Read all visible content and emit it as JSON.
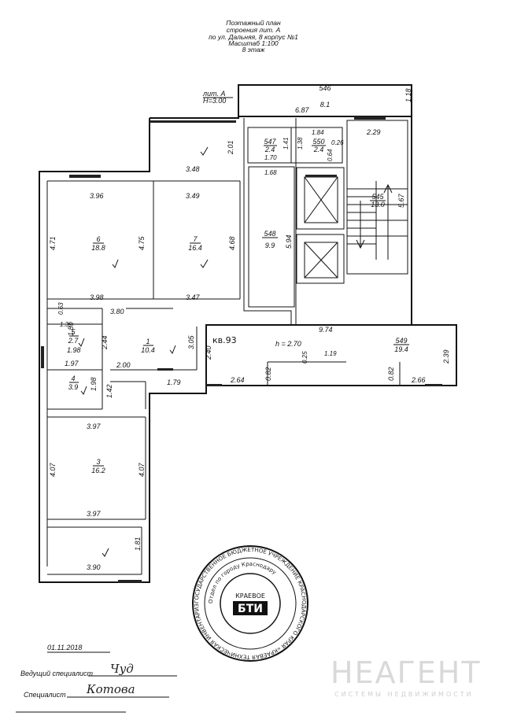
{
  "header": {
    "line1": "Поэтажный план",
    "line2": "строения лит. А",
    "line3": "по ул. Дальняя, 8 корпус №1",
    "line4": "Масштаб 1:100",
    "line5": "8 этаж"
  },
  "building": {
    "lit": "лит. А",
    "height": "Н=3.00"
  },
  "rooms": {
    "r546": {
      "num": "546",
      "area": "8.1"
    },
    "r547": {
      "num": "547",
      "area": "2.4"
    },
    "r550": {
      "num": "550",
      "area": "2.4"
    },
    "r545": {
      "num": "545",
      "area": "13.0"
    },
    "r548": {
      "num": "548",
      "area": "9.9"
    },
    "r549": {
      "num": "549",
      "area": "19.4"
    },
    "r6": {
      "num": "6",
      "area": "18.8"
    },
    "r7": {
      "num": "7",
      "area": "16.4"
    },
    "r1": {
      "num": "1",
      "area": "10.4"
    },
    "r5": {
      "num": "5",
      "area": "2.7"
    },
    "r4": {
      "num": "4",
      "area": "3.9"
    },
    "r3": {
      "num": "3",
      "area": "16.2"
    }
  },
  "apartment": {
    "label": "кв.93",
    "height": "h = 2.70"
  },
  "dims": {
    "d687": "6.87",
    "d118": "1.18",
    "d229": "2.29",
    "d184": "1.84",
    "d026": "0.26",
    "d064": "0.64",
    "d141": "1.41",
    "d138": "1.38",
    "d170": "1.70",
    "d168": "1.68",
    "d567": "5.67",
    "d594": "5.94",
    "d201": "2.01",
    "d348": "3.48",
    "d396": "3.96",
    "d349": "3.49",
    "d471": "4.71",
    "d475": "4.75",
    "d468": "4.68",
    "d398": "3.98",
    "d380": "3.80",
    "d347": "3.47",
    "d974": "9.74",
    "d239": "2.39",
    "d240": "2.40",
    "d305": "3.05",
    "d063": "0.63",
    "d139": "1.39",
    "d181a": "1.81",
    "d244": "2.44",
    "d198a": "1.98",
    "d197": "1.97",
    "d200": "2.00",
    "d198b": "1.98",
    "d179": "1.79",
    "d142": "1.42",
    "d264": "2.64",
    "d082a": "0.82",
    "d025": "0.25",
    "d119": "1.19",
    "d082b": "0.82",
    "d266": "2.66",
    "d397a": "3.97",
    "d407a": "4.07",
    "d407b": "4.07",
    "d397b": "3.97",
    "d181b": "1.81",
    "d390": "3.90"
  },
  "footer": {
    "date": "01.11.2018",
    "lead_label": "Ведущий специалист",
    "lead_sig": "Чуд",
    "spec_label": "Специалист",
    "spec_sig": "Котова"
  },
  "stamp": {
    "center_top": "КРАЕВОЕ",
    "center_logo": "БТИ",
    "ring_text": "ГОСУДАРСТВЕННОЕ БЮДЖЕТНОЕ УЧРЕЖДЕНИЕ КРАСНОДАРСКОГО КРАЯ «КРАЕВАЯ ТЕХНИЧЕСКАЯ ИНВЕНТАРИЗАЦИЯ - КРАЕВОЕ БТИ»",
    "inner_text": "Отдел по городу Краснодару"
  },
  "watermark": {
    "name": "НЕАГЕНТ",
    "tagline": "СИСТЕМЫ НЕДВИЖИМОСТИ"
  }
}
